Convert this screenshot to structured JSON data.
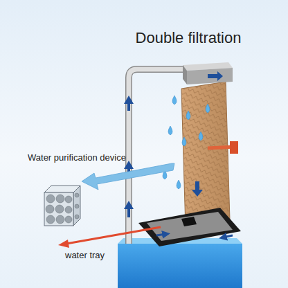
{
  "diagram": {
    "title": "Double filtration",
    "labels": [
      "Water purification device",
      "water tray"
    ]
  }
}
